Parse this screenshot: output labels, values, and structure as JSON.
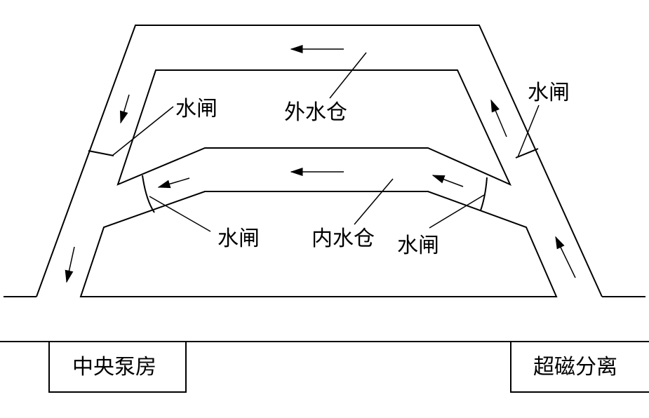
{
  "labels": {
    "outer_sump": "外水仓",
    "inner_sump": "内水仓",
    "gate_upper_left": "水闸",
    "gate_upper_right": "水闸",
    "gate_lower_left": "水闸",
    "gate_lower_right": "水闸",
    "central_pump_room": "中央泵房",
    "magnetic_separation": "超磁分离"
  },
  "colors": {
    "stroke": "#000000",
    "background": "#ffffff"
  }
}
